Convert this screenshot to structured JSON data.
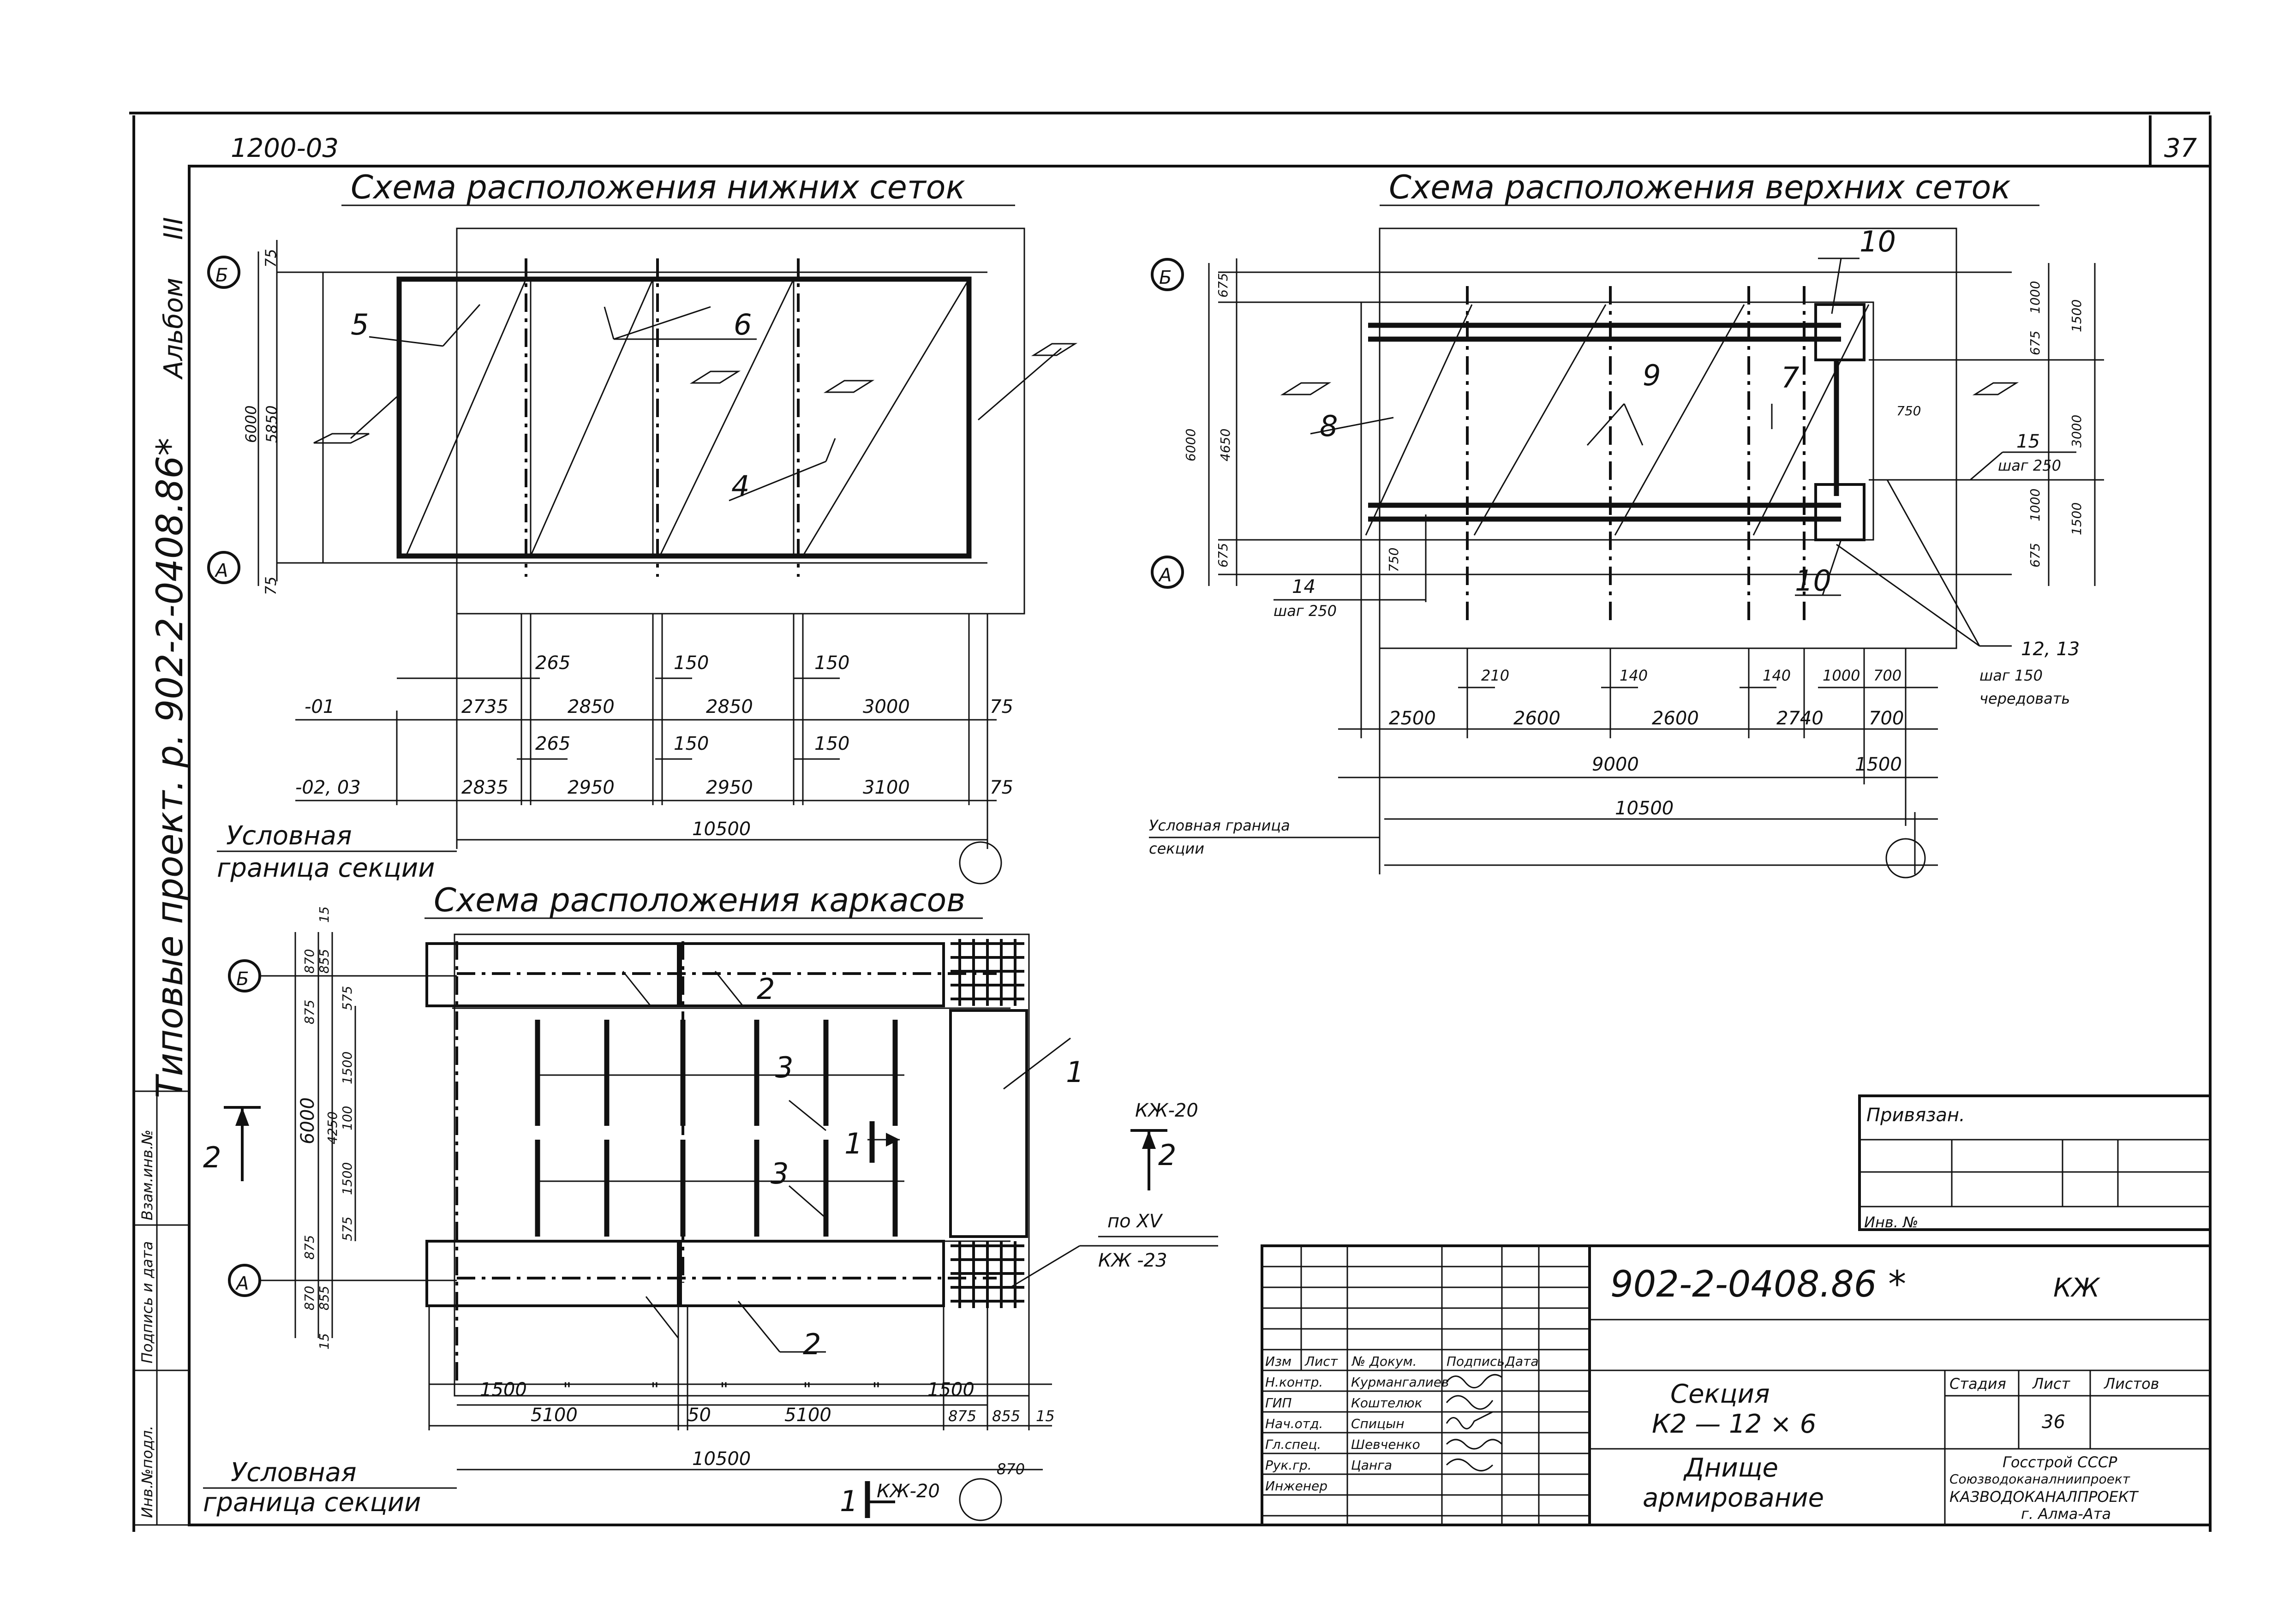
{
  "sheet": {
    "page_number": "37",
    "album_code": "1200-03",
    "album_label": "Альбом",
    "album_roman": "III",
    "vertical_project": "Типовые проект. р. 902-2-0408.86*"
  },
  "left_stamp": {
    "cells": [
      "Инв.№подл.",
      "Подпись и дата",
      "Взам.инв.№"
    ]
  },
  "lower_meshes": {
    "title": "Схема расположения нижних сеток",
    "axis_b": "Б",
    "axis_a": "А",
    "dim_top_edge": "75",
    "dim_bottom_edge": "75",
    "dim_total": "6000",
    "dim_inner": "5850",
    "marks": [
      "5",
      "6",
      "4"
    ],
    "row1_label": "-01",
    "row1_gaps": [
      "265",
      "150",
      "150"
    ],
    "row1_values": [
      "2735",
      "2850",
      "2850",
      "3000",
      "75"
    ],
    "row2_label": "-02, 03",
    "row2_gaps": [
      "265",
      "150",
      "150"
    ],
    "row2_values": [
      "2835",
      "2950",
      "2950",
      "3100",
      "75"
    ],
    "total": "10500",
    "boundary_line1": "Условная",
    "boundary_line2": "граница секции"
  },
  "upper_meshes": {
    "title": "Схема расположения верхних сеток",
    "axis_b": "Б",
    "axis_a": "А",
    "dim_top": "675",
    "dim_total": "6000",
    "dim_inner": "4650",
    "dim_bottom": "675",
    "dim_750_a": "750",
    "dim_750_b": "750",
    "right_dims": [
      "675",
      "1000",
      "1500",
      "3000",
      "1000",
      "675",
      "1500"
    ],
    "marks": [
      "10",
      "8",
      "9",
      "7",
      "10"
    ],
    "mark15": "15",
    "mark15_step": "шаг 250",
    "mark14": "14",
    "mark14_step": "шаг 250",
    "mark1213": "12, 13",
    "mark1213_step": "шаг 150",
    "mark1213_note": "чередовать",
    "gaps": [
      "210",
      "140",
      "140",
      "1000",
      "700"
    ],
    "row_values": [
      "2500",
      "2600",
      "2600",
      "2740",
      "700"
    ],
    "sub_9000": "9000",
    "sub_1500": "1500",
    "total": "10500",
    "boundary_line1": "Условная граница",
    "boundary_line2": "секции"
  },
  "frames": {
    "title": "Схема расположения каркасов",
    "axis_b": "Б",
    "axis_a": "А",
    "left_dims_outer": [
      "870",
      "875",
      "6000",
      "875",
      "870"
    ],
    "left_dims_mid": [
      "15",
      "855",
      "575",
      "1500",
      "100",
      "1500",
      "575",
      "855",
      "15"
    ],
    "dim_4250": "4250",
    "marks": [
      "2",
      "3",
      "3",
      "1",
      "2",
      "1"
    ],
    "section2_left": "2",
    "section2_right": "2",
    "section_code_top": "КЖ-20",
    "section1_label": "1",
    "note_po": "по XV",
    "note_kzh23": "КЖ -23",
    "bottom_row1": [
      "1500",
      "\"",
      "\"",
      "\"",
      "\"",
      "\"",
      "1500"
    ],
    "bottom_row2": [
      "5100",
      "50",
      "5100",
      "875",
      "855",
      "15"
    ],
    "total": "10500",
    "right_870": "870",
    "boundary_line1": "Условная",
    "boundary_line2": "граница секции",
    "section_bottom_num": "1",
    "section_bottom_code": "КЖ-20"
  },
  "privyazan": {
    "label": "Привязан.",
    "inv_label": "Инв. №"
  },
  "title_block": {
    "code": "902-2-0408.86 *",
    "mark": "КЖ",
    "headers": [
      "Изм",
      "Лист",
      "№ Докум.",
      "Подпись",
      "Дата"
    ],
    "roles": [
      "Н.контр.",
      "ГИП",
      "Нач.отд.",
      "Гл.спец.",
      "Рук.гр.",
      "Инженер"
    ],
    "names": [
      "Курмангалиев",
      "Коштелюк",
      "Спицын",
      "Шевченко",
      "Цанга",
      ""
    ],
    "section_title": "Секция",
    "section_sub": "К2 — 12 × 6",
    "drawing_title1": "Днище",
    "drawing_title2": "армирование",
    "stage_label": "Стадия",
    "sheet_label": "Лист",
    "sheets_label": "Листов",
    "sheet_value": "36",
    "org1": "Госстрой СССР",
    "org2": "Союзводоканалниипроект",
    "org3": "КАЗВОДОКАНАЛПРОЕКТ",
    "org4": "г. Алма-Ата"
  }
}
